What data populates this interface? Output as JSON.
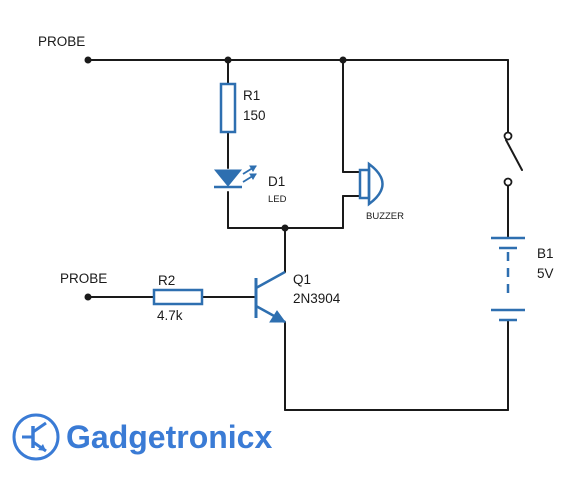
{
  "labels": {
    "probe_top": "PROBE",
    "probe_bottom": "PROBE",
    "r1_name": "R1",
    "r1_value": "150",
    "d1_name": "D1",
    "d1_type": "LED",
    "buzzer": "BUZZER",
    "r2_name": "R2",
    "r2_value": "4.7k",
    "q1_name": "Q1",
    "q1_part": "2N3904",
    "b1_name": "B1",
    "b1_value": "5V"
  },
  "brand": {
    "name": "Gadgetronicx",
    "color": "#3a7bd5"
  },
  "colors": {
    "component": "#2e6fb0",
    "wire": "#1a1a1a"
  }
}
